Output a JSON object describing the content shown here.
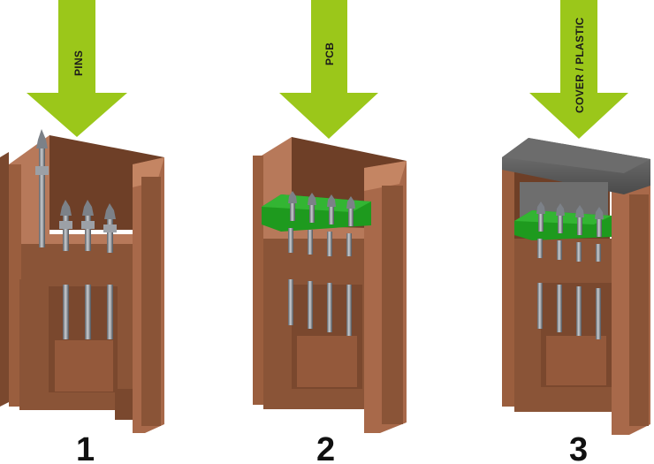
{
  "colors": {
    "arrow": "#9bc71a",
    "housing": "#9a5e3e",
    "housing_dark": "#6e3f27",
    "housing_light": "#b7795a",
    "pcb": "#1e9a1e",
    "pin": "#8a8f96",
    "cover": "#5a5a5a"
  },
  "steps": [
    {
      "arrow_label": "PINS",
      "number": "1",
      "icon": "pins-icon"
    },
    {
      "arrow_label": "PCB",
      "number": "2",
      "icon": "pcb-icon"
    },
    {
      "arrow_label": "COVER / PLASTIC",
      "number": "3",
      "icon": "cover-icon"
    }
  ]
}
